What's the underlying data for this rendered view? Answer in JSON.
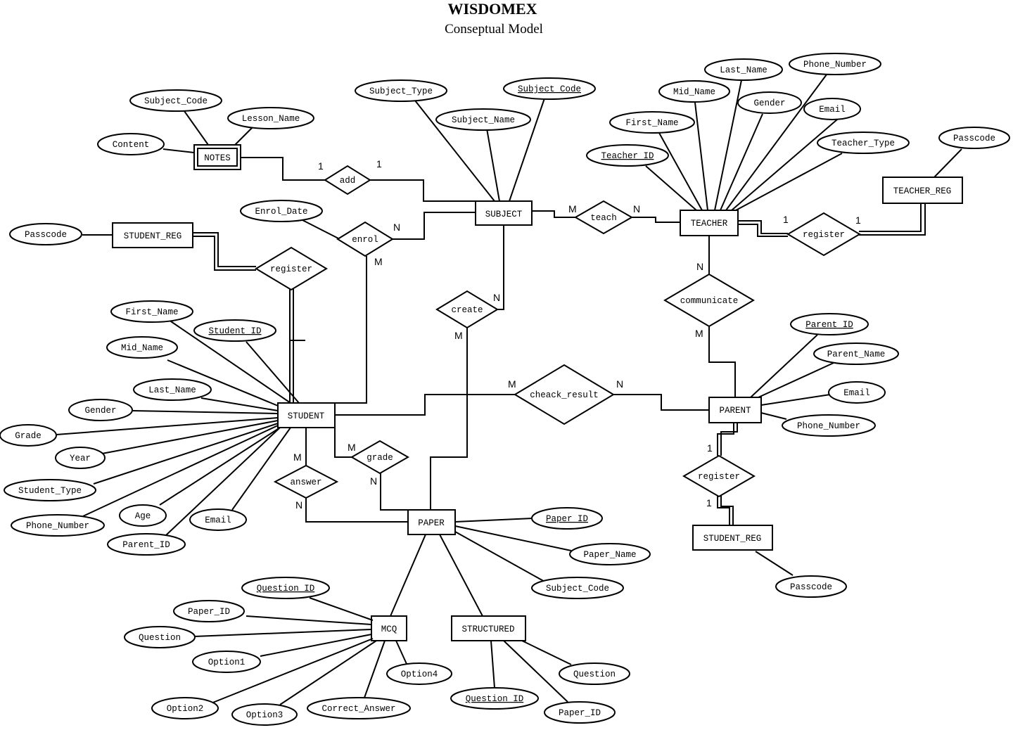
{
  "header": {
    "title": "WISDOMEX",
    "subtitle": "Conseptual Model"
  },
  "entities": {
    "notes": "NOTES",
    "subject": "SUBJECT",
    "teacher": "TEACHER",
    "teacher_reg": "TEACHER_REG",
    "student_reg_top": "STUDENT_REG",
    "student": "STUDENT",
    "parent": "PARENT",
    "student_reg_bottom": "STUDENT_REG",
    "paper": "PAPER",
    "mcq": "MCQ",
    "structured": "STRUCTURED"
  },
  "relationships": {
    "add": "add",
    "enrol": "enrol",
    "teach": "teach",
    "register_teacher": "register",
    "register_student": "register",
    "create": "create",
    "communicate": "communicate",
    "cheack_result": "cheack_result",
    "grade": "grade",
    "answer": "answer",
    "register_parent": "register"
  },
  "attributes": {
    "notes_subject_code": "Subject_Code",
    "notes_lesson_name": "Lesson_Name",
    "notes_content": "Content",
    "subject_type": "Subject_Type",
    "subject_code": "Subject_Code",
    "subject_name": "Subject_Name",
    "teacher_last_name": "Last_Name",
    "teacher_phone": "Phone_Number",
    "teacher_mid_name": "Mid_Name",
    "teacher_gender": "Gender",
    "teacher_email": "Email",
    "teacher_first_name": "First_Name",
    "teacher_id": "Teacher_ID",
    "teacher_type": "Teacher_Type",
    "teacher_reg_passcode": "Passcode",
    "enrol_date": "Enrol_Date",
    "student_reg_passcode": "Passcode",
    "student_first_name": "First_Name",
    "student_id": "Student_ID",
    "student_mid_name": "Mid_Name",
    "student_last_name": "Last_Name",
    "student_gender": "Gender",
    "student_grade": "Grade",
    "student_year": "Year",
    "student_type": "Student_Type",
    "student_phone": "Phone_Number",
    "student_age": "Age",
    "student_email": "Email",
    "student_parent_id": "Parent_ID",
    "parent_id": "Parent_ID",
    "parent_name": "Parent_Name",
    "parent_email": "Email",
    "parent_phone": "Phone_Number",
    "parent_reg_passcode": "Passcode",
    "paper_id": "Paper_ID",
    "paper_name": "Paper_Name",
    "paper_subject_code": "Subject_Code",
    "mcq_question_id": "Question_ID",
    "mcq_paper_id": "Paper_ID",
    "mcq_question": "Question",
    "mcq_option1": "Option1",
    "mcq_option2": "Option2",
    "mcq_option3": "Option3",
    "mcq_option4": "Option4",
    "mcq_correct_answer": "Correct_Answer",
    "structured_question_id": "Question_ID",
    "structured_question": "Question",
    "structured_paper_id": "Paper_ID"
  },
  "cardinalities": {
    "add_left": "1",
    "add_right": "1",
    "enrol_subject": "N",
    "enrol_student": "M",
    "teach_subject": "M",
    "teach_teacher": "N",
    "treg_teacher": "1",
    "treg_reg": "1",
    "create_subject": "N",
    "create_paper": "M",
    "comm_teacher": "N",
    "comm_parent": "M",
    "cheack_student": "M",
    "cheack_parent": "N",
    "grade_student": "M",
    "grade_paper": "N",
    "answer_student": "M",
    "answer_paper": "N",
    "preg_parent": "1",
    "preg_reg": "1"
  }
}
